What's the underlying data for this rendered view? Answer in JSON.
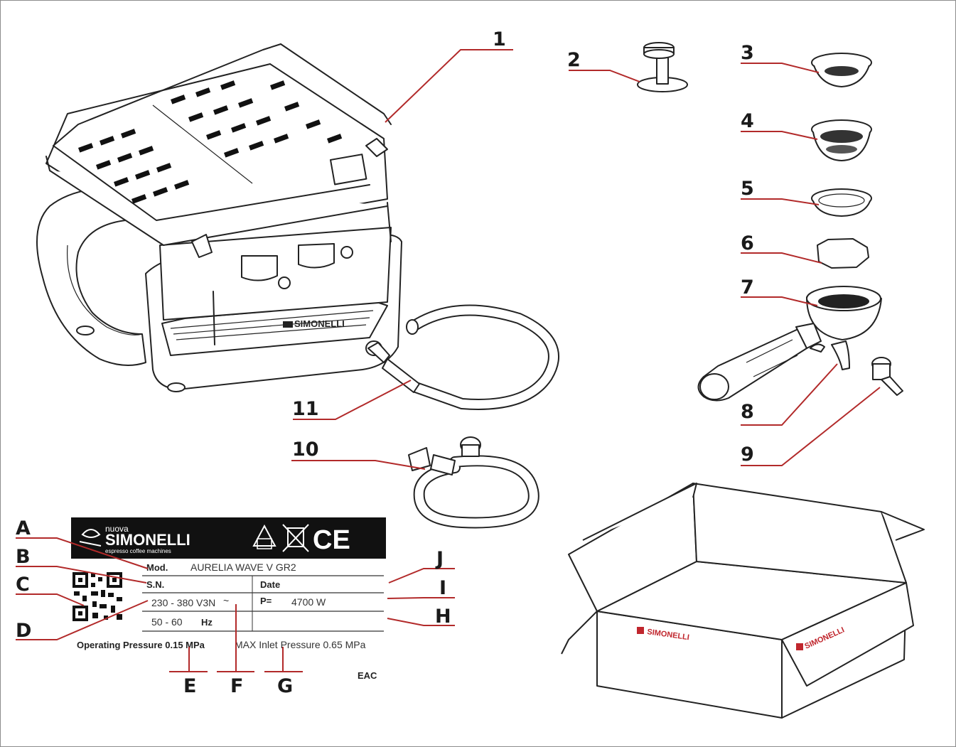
{
  "callouts": {
    "n1": "1",
    "n2": "2",
    "n3": "3",
    "n4": "4",
    "n5": "5",
    "n6": "6",
    "n7": "7",
    "n8": "8",
    "n9": "9",
    "n10": "10",
    "n11": "11",
    "A": "A",
    "B": "B",
    "C": "C",
    "D": "D",
    "E": "E",
    "F": "F",
    "G": "G",
    "H": "H",
    "I": "I",
    "J": "J"
  },
  "rating_plate": {
    "brand_top": "nuova",
    "brand_name": "SIMONELLI",
    "brand_tagline": "espresso coffee machines",
    "model_label": "Mod.",
    "model_value": "AURELIA WAVE V GR2",
    "serial_label": "S.N.",
    "date_label": "Date",
    "voltage_value": "230 - 380 V3N",
    "voltage_symbol": "~",
    "power_label": "P=",
    "power_value": "4700 W",
    "frequency_value": "50 - 60",
    "frequency_unit": "Hz",
    "operating_pressure": "Operating Pressure 0.15 MPa",
    "max_inlet_pressure": "MAX Inlet Pressure 0.65 MPa",
    "eac_mark": "EAC",
    "ce_mark": "CE"
  },
  "box_brand": "SIMONELLI",
  "machine_badge": "SIMONELLI",
  "colors": {
    "leader": "#b22a2a",
    "ink": "#222222",
    "plate_bg": "#111111"
  }
}
